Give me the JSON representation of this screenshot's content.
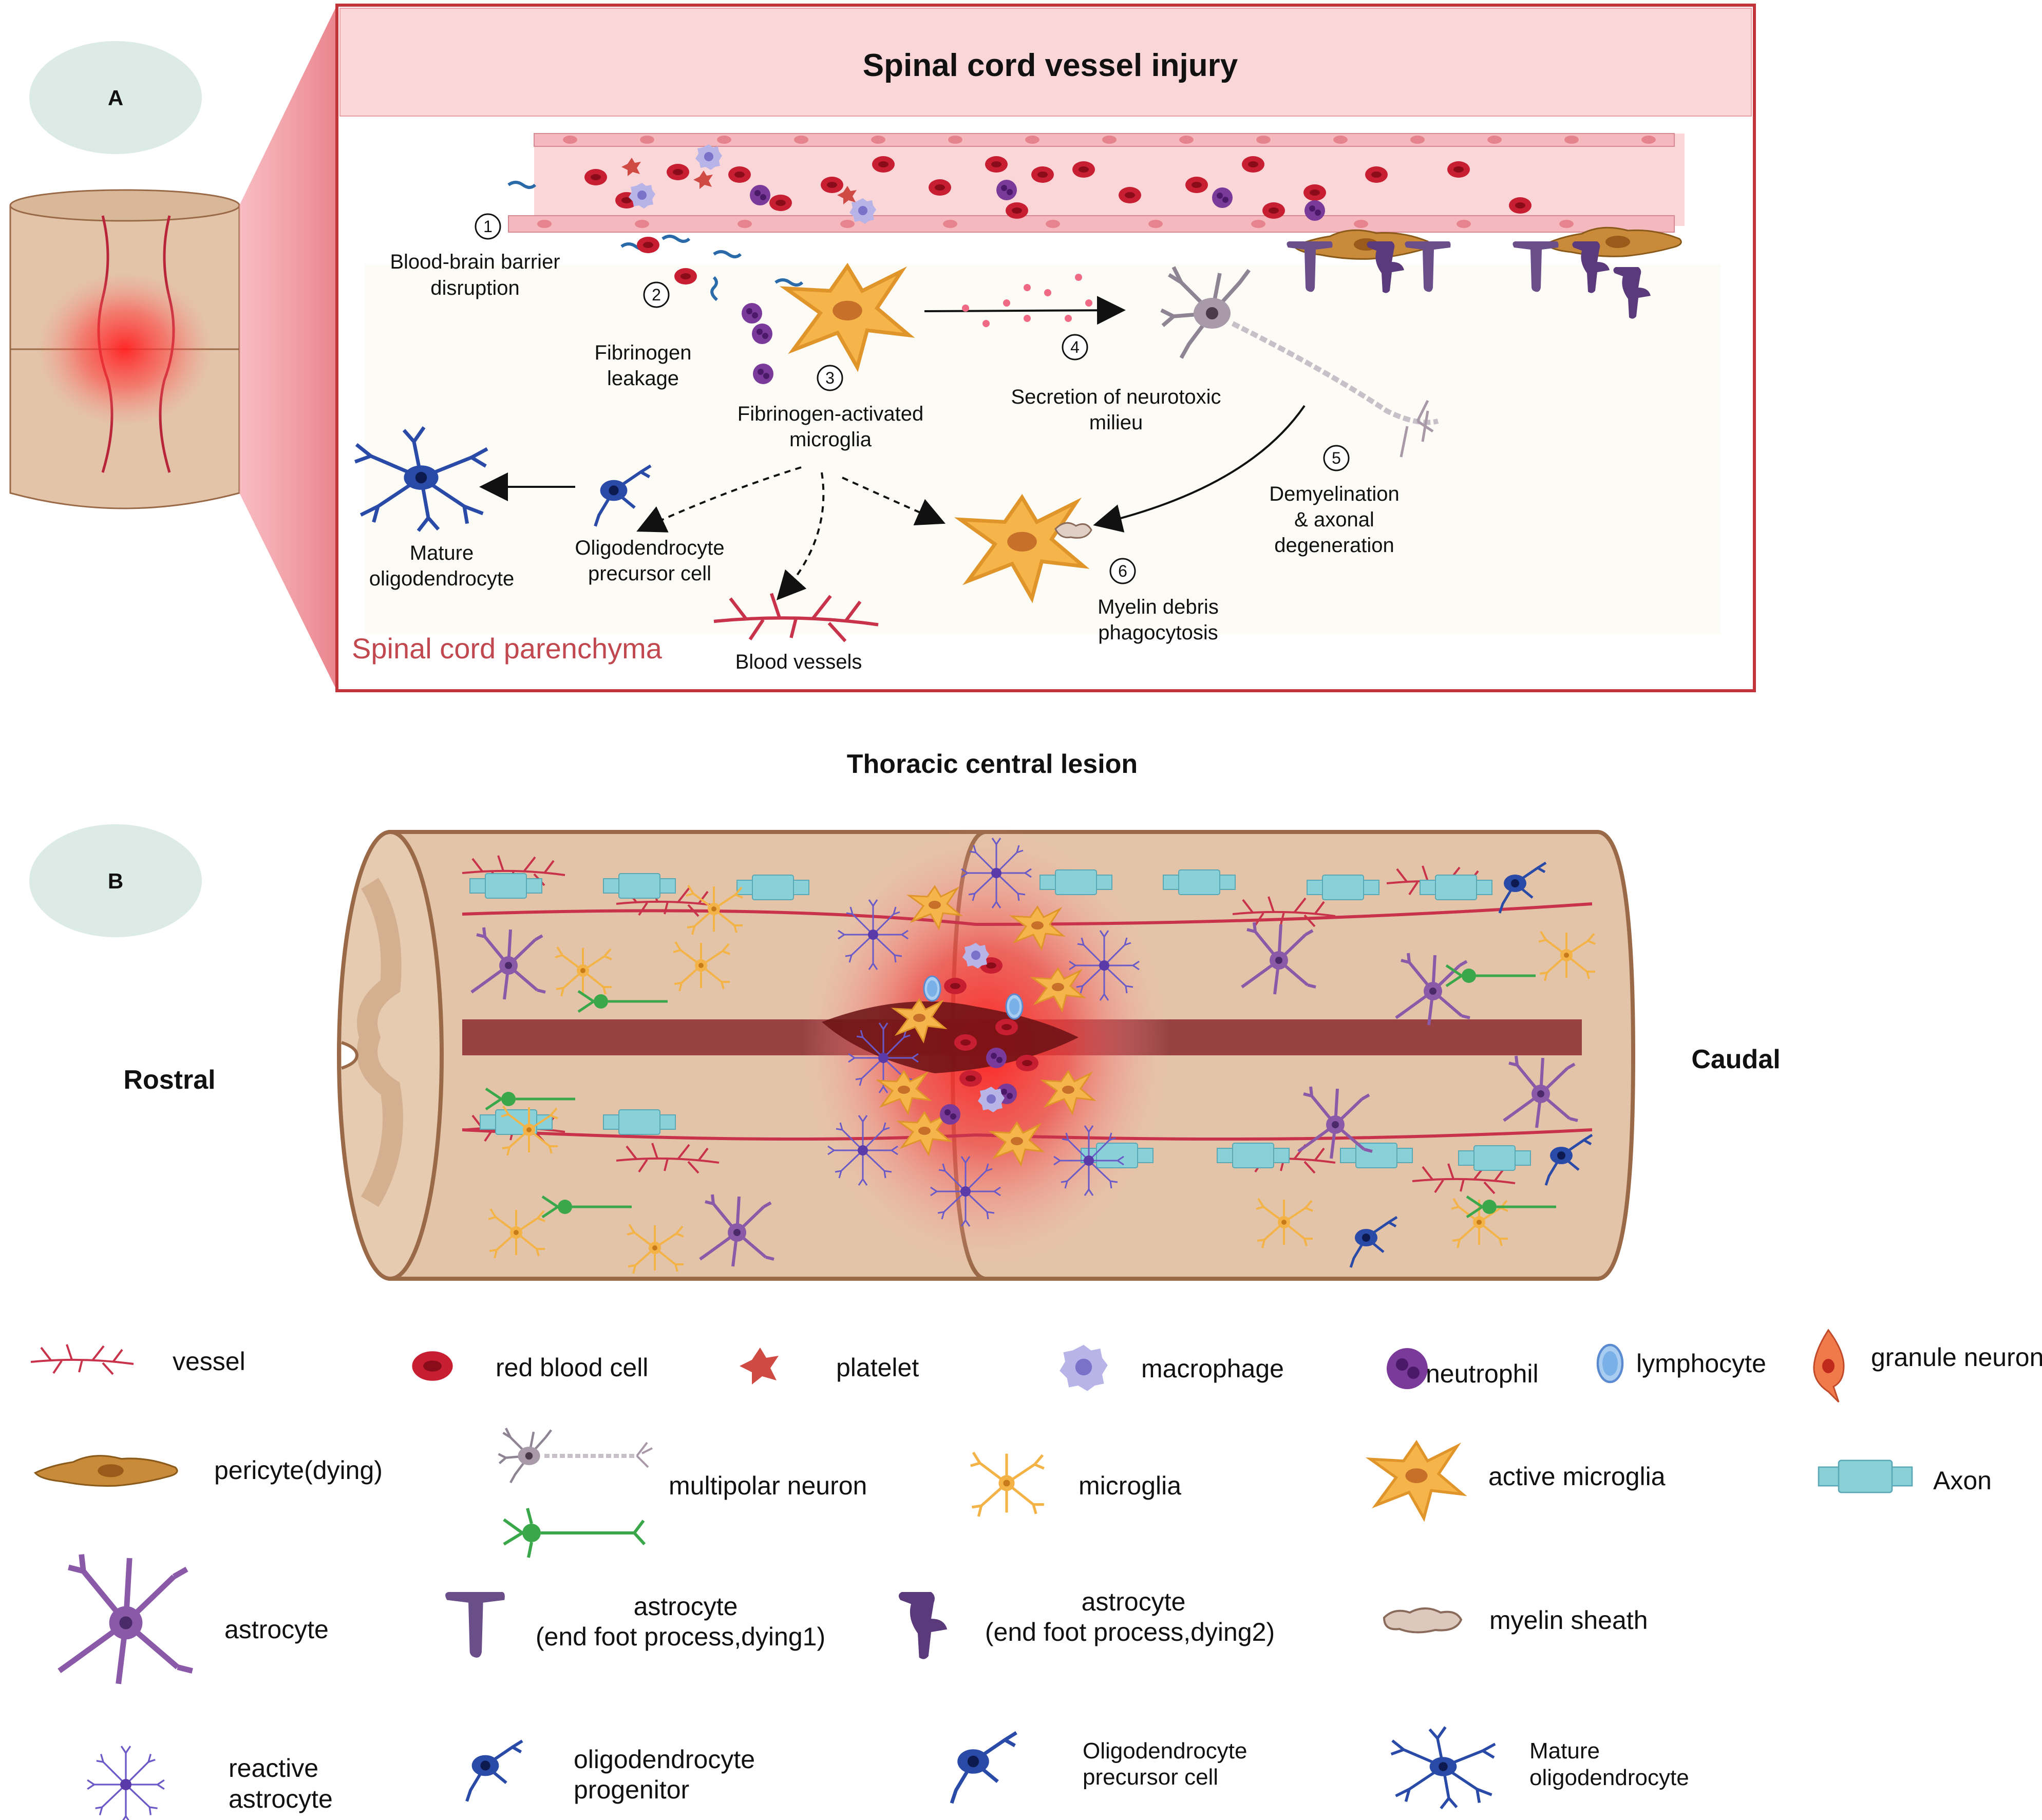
{
  "panel_a": {
    "badge": "A",
    "title": "Spinal cord vessel injury",
    "region_label": "Spinal cord parenchyma",
    "steps": [
      {
        "num": "1",
        "line1": "Blood-brain barrier",
        "line2": "disruption"
      },
      {
        "num": "2",
        "line1": "Fibrinogen",
        "line2": "leakage"
      },
      {
        "num": "3",
        "line1": "Fibrinogen-activated",
        "line2": "microglia"
      },
      {
        "num": "4",
        "line1": "Secretion of neurotoxic",
        "line2": "milieu"
      },
      {
        "num": "5",
        "line1": "Demyelination",
        "line2": "& axonal",
        "line3": "degeneration"
      },
      {
        "num": "6",
        "line1": "Myelin debris",
        "line2": "phagocytosis"
      }
    ],
    "labels": {
      "mature_oligo_1": "Mature",
      "mature_oligo_2": "oligodendrocyte",
      "opc_1": "Oligodendrocyte",
      "opc_2": "precursor cell",
      "blood_vessels": "Blood vessels"
    }
  },
  "panel_b": {
    "badge": "B",
    "title": "Thoracic central lesion",
    "left_label": "Rostral",
    "right_label": "Caudal"
  },
  "legend": {
    "vessel": "vessel",
    "red_blood_cell": "red blood cell",
    "platelet": "platelet",
    "macrophage": "macrophage",
    "neutrophil": "neutrophil",
    "lymphocyte": "lymphocyte",
    "granule_neuron": "granule neuron",
    "pericyte": "pericyte(dying)",
    "multipolar_neuron": "multipolar neuron",
    "microglia": "microglia",
    "active_microglia": "active microglia",
    "axon": "Axon",
    "astrocyte": "astrocyte",
    "endfoot1_line1": "astrocyte",
    "endfoot1_line2": "(end foot process,dying1)",
    "endfoot2_line1": "astrocyte",
    "endfoot2_line2": "(end foot process,dying2)",
    "myelin_sheath": "myelin sheath",
    "reactive_astrocyte_1": "reactive",
    "reactive_astrocyte_2": "astrocyte",
    "oligo_progenitor_1": "oligodendrocyte",
    "oligo_progenitor_2": "progenitor",
    "opc_1": "Oligodendrocyte",
    "opc_2": "precursor cell",
    "mature_oligo_1": "Mature",
    "mature_oligo_2": "oligodendrocyte"
  },
  "colors": {
    "panel_border": "#c0343a",
    "vessel_band": "#f9d6d8",
    "tissue": "#e3c4a8",
    "tissue_outline": "#9a6a48",
    "lesion_red": "#e8202a",
    "rbc": "#c81e32",
    "neutrophil": "#7a3a9a",
    "macrophage": "#b8b4e8",
    "lymphocyte": "#a9cdf0",
    "microglia": "#f3b347",
    "astrocyte": "#8a5aa8",
    "oligo": "#2a4aa8",
    "neuron_gray": "#8e8494",
    "neuron_green": "#3aa84a",
    "axon": "#8ad0d8",
    "pericyte": "#c98a3a",
    "badge": "#dcebe6",
    "region_label": "#c0484e"
  }
}
